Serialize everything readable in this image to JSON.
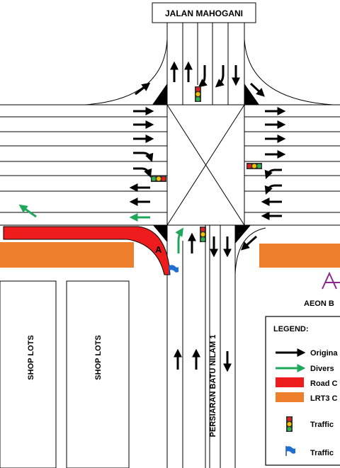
{
  "title": "JALAN MAHOGANI",
  "road_south": "PERSIARAN BATU NILAM 1",
  "shop_lots": [
    "SHOP LOTS",
    "SHOP LOTS"
  ],
  "aeon": "AEON B",
  "point_label": "A",
  "legend": {
    "heading": "LEGEND:",
    "items": [
      {
        "text": "Origina",
        "symbol": "black-arrow"
      },
      {
        "text": "Divers",
        "symbol": "green-arrow"
      },
      {
        "text": "Road C",
        "symbol": "red-block"
      },
      {
        "text": "LRT3 C",
        "symbol": "orange-block"
      },
      {
        "text": "Traffic",
        "symbol": "traffic-light"
      },
      {
        "text": "Traffic",
        "symbol": "flag"
      }
    ]
  },
  "colors": {
    "closure": "#ee1c1c",
    "lrt": "#ee7f2d",
    "diversion": "#1fa85a",
    "original": "#000000",
    "flag": "#1f6fd0"
  }
}
